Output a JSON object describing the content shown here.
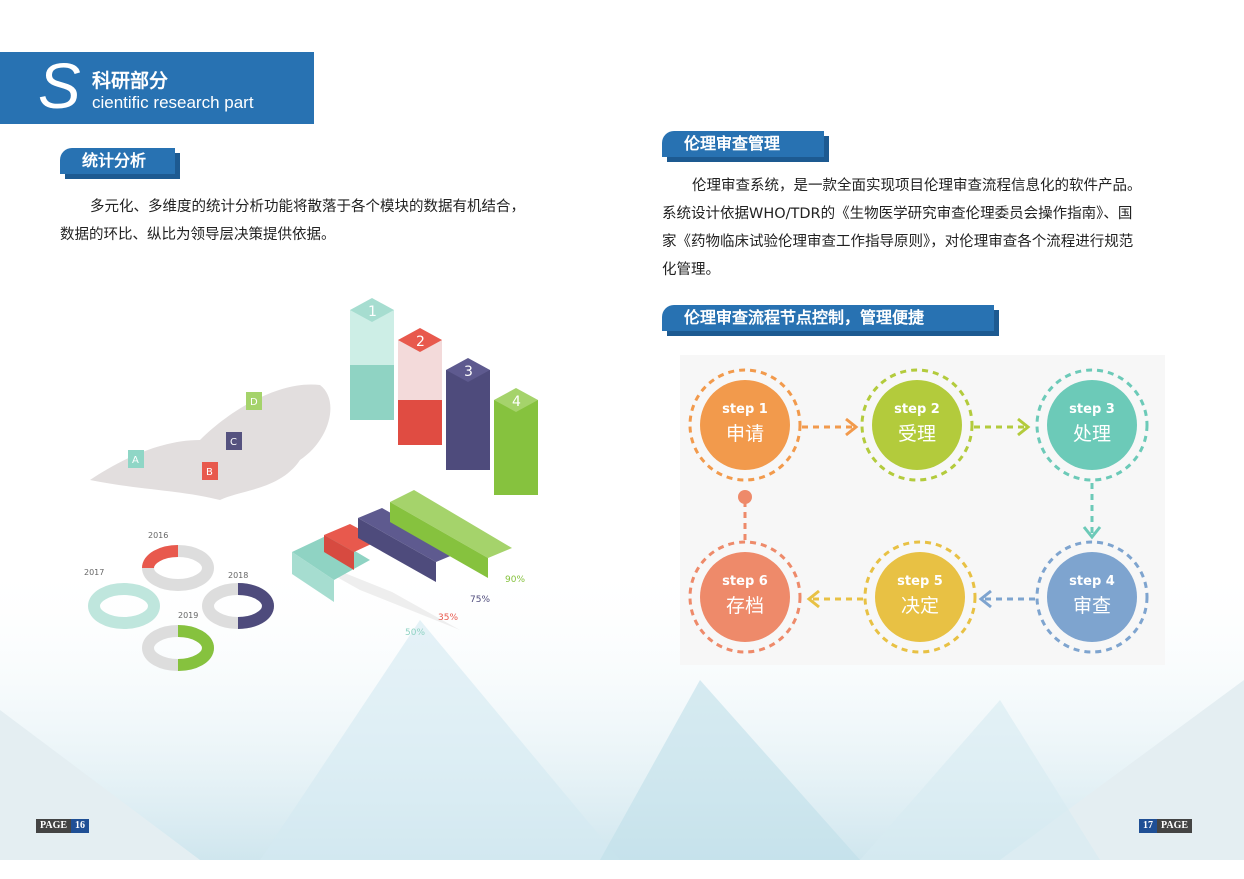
{
  "header": {
    "letter": "S",
    "title_cn": "科研部分",
    "title_en": "cientific research part"
  },
  "left": {
    "section_title": "统计分析",
    "paragraph_lines": [
      "多元化、多维度的统计分析功能将散落于各个模块的数据有机结合，",
      "数据的环比、纵比为领导层决策提供依据。"
    ],
    "illustration": {
      "pillars": [
        "1",
        "2",
        "3",
        "4"
      ],
      "map_markers": [
        "A",
        "B",
        "C",
        "D"
      ],
      "donut_years": [
        "2016",
        "2017",
        "2018",
        "2019"
      ],
      "bar_percents": [
        "50%",
        "35%",
        "75%",
        "90%"
      ]
    },
    "page": {
      "label": "PAGE",
      "number": "16"
    }
  },
  "right": {
    "section_title": "伦理审查管理",
    "paragraph_lines": [
      "伦理审查系统，是一款全面实现项目伦理审查流程信息化的软件产品。",
      "系统设计依据WHO/TDR的《生物医学研究审查伦理委员会操作指南》、国",
      "家《药物临床试验伦理审查工作指导原则》，对伦理审查各个流程进行规范",
      "化管理。"
    ],
    "flow_title": "伦理审查流程节点控制，管理便捷",
    "steps": [
      {
        "step": "step 1",
        "name": "申请",
        "color": "#f29a4c"
      },
      {
        "step": "step 2",
        "name": "受理",
        "color": "#b3cb3c"
      },
      {
        "step": "step 3",
        "name": "处理",
        "color": "#6ccab8"
      },
      {
        "step": "step 4",
        "name": "审查",
        "color": "#7ea4cf"
      },
      {
        "step": "step 5",
        "name": "决定",
        "color": "#e8c144"
      },
      {
        "step": "step 6",
        "name": "存档",
        "color": "#ee8a6a"
      }
    ],
    "page": {
      "label": "PAGE",
      "number": "17"
    }
  }
}
